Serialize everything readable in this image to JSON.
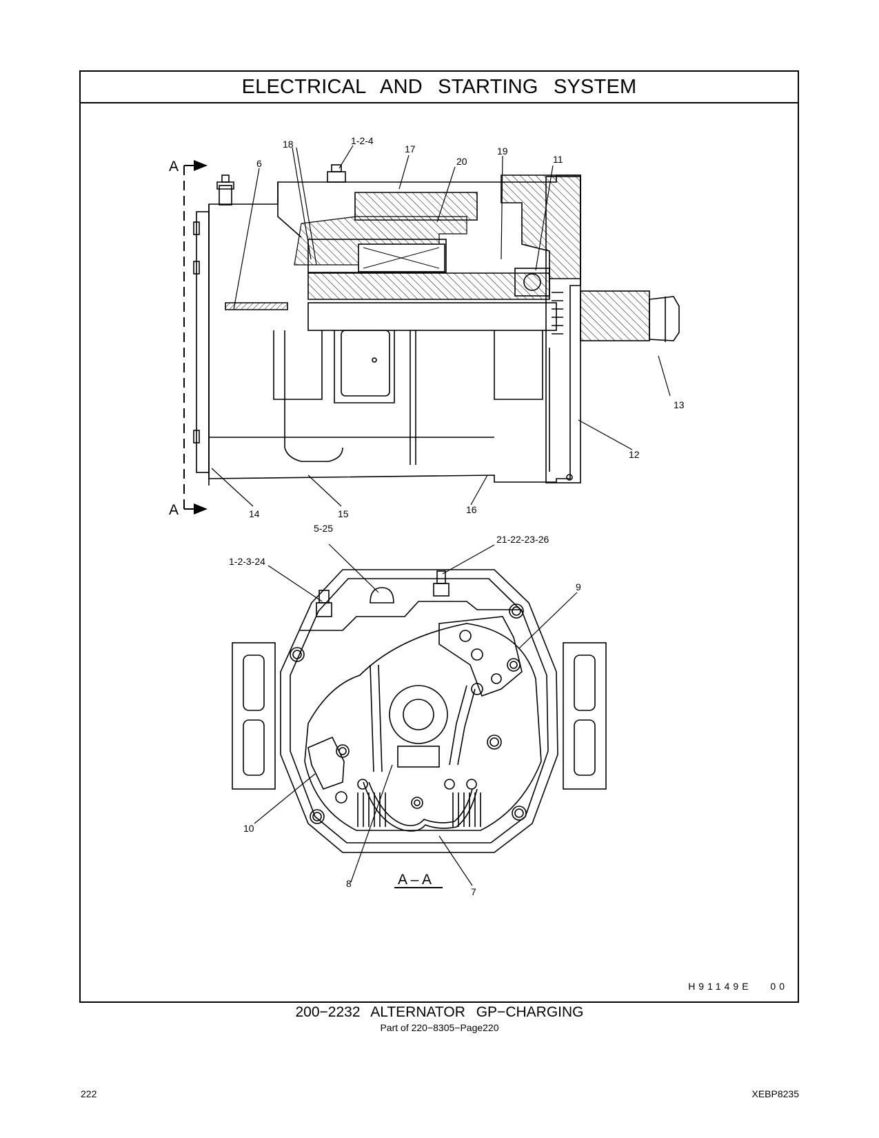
{
  "header": {
    "title": "ELECTRICAL AND STARTING SYSTEM"
  },
  "diagram": {
    "section_marker": "A",
    "section_view_label": "A – A",
    "callouts_side_view": [
      "18",
      "1-2-4",
      "17",
      "20",
      "19",
      "11",
      "6",
      "13",
      "12",
      "14",
      "15",
      "16"
    ],
    "callouts_section_view": [
      "5-25",
      "21-22-23-26",
      "1-2-3-24",
      "9",
      "10",
      "8",
      "7"
    ],
    "illustration_code": "H91149E   00"
  },
  "caption": {
    "title": "200−2232  ALTERNATOR  GP−CHARGING",
    "subtitle": "Part of 220−8305−Page220"
  },
  "footer": {
    "page_number": "222",
    "doc_code": "XEBP8235"
  }
}
